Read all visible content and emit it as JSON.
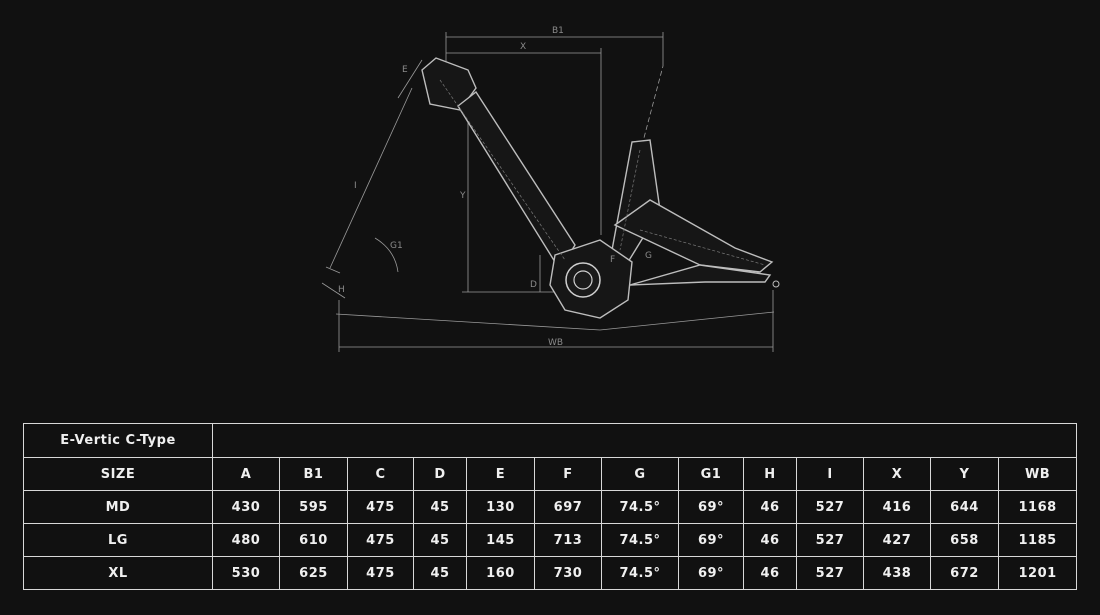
{
  "diagram": {
    "labels": [
      "B1",
      "X",
      "E",
      "I",
      "G1",
      "Y",
      "H",
      "D",
      "F",
      "G",
      "WB"
    ]
  },
  "table": {
    "model": "E-Vertic C-Type",
    "headers": [
      "SIZE",
      "A",
      "B1",
      "C",
      "D",
      "E",
      "F",
      "G",
      "G1",
      "H",
      "I",
      "X",
      "Y",
      "WB"
    ],
    "rows": [
      [
        "MD",
        "430",
        "595",
        "475",
        "45",
        "130",
        "697",
        "74.5°",
        "69°",
        "46",
        "527",
        "416",
        "644",
        "1168"
      ],
      [
        "LG",
        "480",
        "610",
        "475",
        "45",
        "145",
        "713",
        "74.5°",
        "69°",
        "46",
        "527",
        "427",
        "658",
        "1185"
      ],
      [
        "XL",
        "530",
        "625",
        "475",
        "45",
        "160",
        "730",
        "74.5°",
        "69°",
        "46",
        "527",
        "438",
        "672",
        "1201"
      ]
    ]
  }
}
